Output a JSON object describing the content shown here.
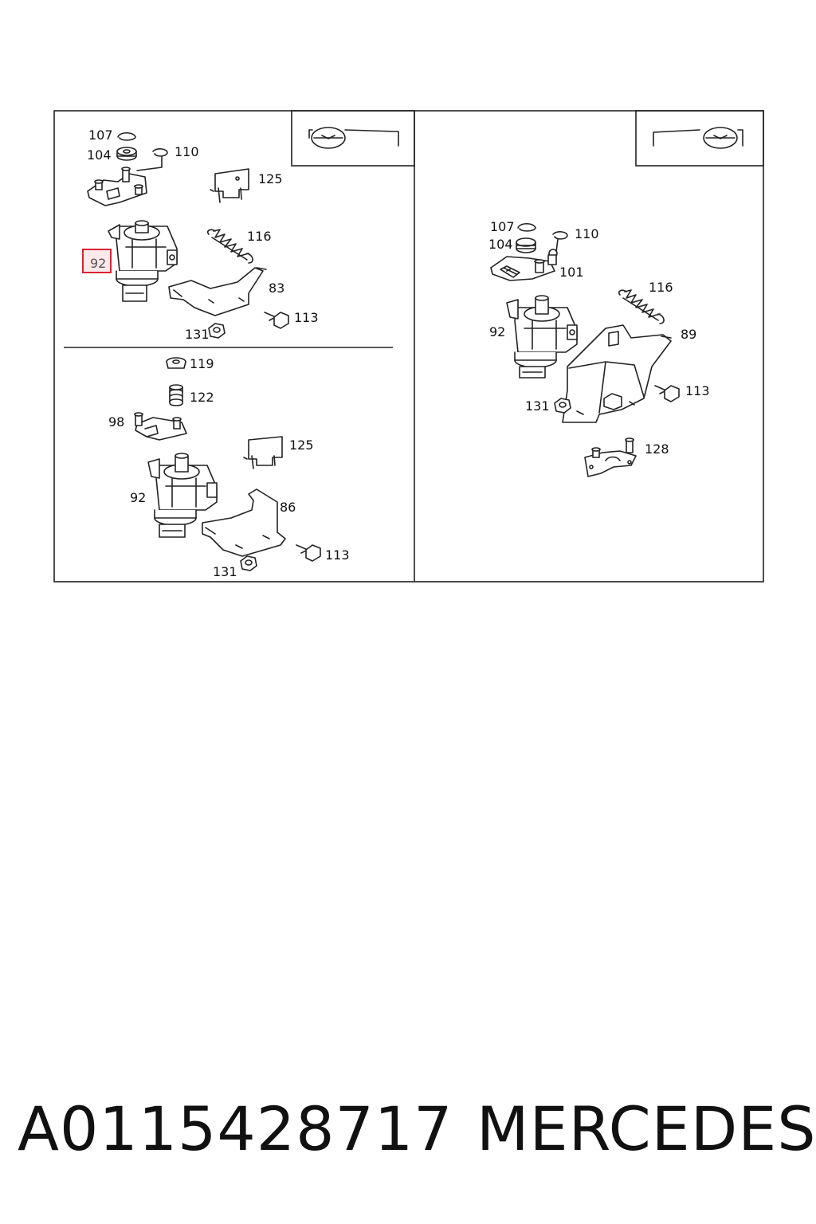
{
  "diagram": {
    "top_left_labels": {
      "l107": "107",
      "l104": "104",
      "l110": "110",
      "l125": "125",
      "l116": "116",
      "l92": "92",
      "l83": "83",
      "l113": "113",
      "l131": "131"
    },
    "bottom_left_labels": {
      "l119": "119",
      "l122": "122",
      "l98": "98",
      "l125": "125",
      "l92": "92",
      "l86": "86",
      "l113": "113",
      "l131": "131"
    },
    "right_labels": {
      "l107": "107",
      "l104": "104",
      "l110": "110",
      "l101": "101",
      "l116": "116",
      "l92": "92",
      "l89": "89",
      "l113": "113",
      "l131": "131",
      "l128": "128"
    },
    "highlight": {
      "label": "92",
      "border_color": "#d92436",
      "fill_color": "#fde8ea"
    },
    "orientation_icons": [
      "steering-wheel-left-icon",
      "steering-wheel-right-icon"
    ]
  },
  "footer": {
    "part_number": "A0115428717",
    "brand": "MERCEDES"
  }
}
